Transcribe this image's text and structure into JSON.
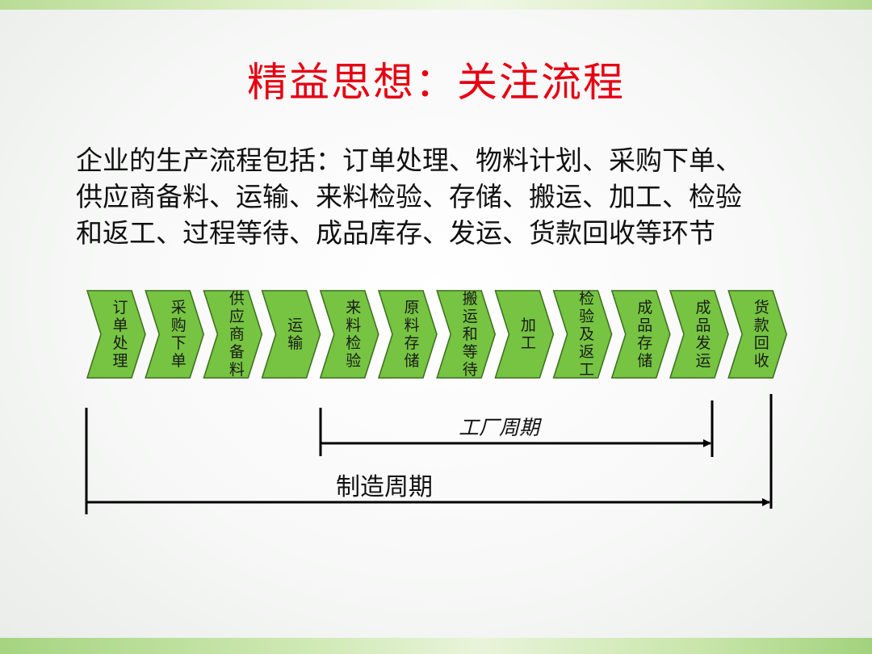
{
  "slide": {
    "title": "精益思想：关注流程",
    "body_lines": [
      "企业的生产流程包括：订单处理、物料计划、采购下单、",
      "供应商备料、运输、来料检验、存储、搬运、加工、检验",
      "和返工、过程等待、成品库存、发运、货款回收等环节"
    ]
  },
  "process_steps": [
    {
      "label": "订单处理"
    },
    {
      "label": "采购下单"
    },
    {
      "label": "供应商备料"
    },
    {
      "label": "运输"
    },
    {
      "label": "来料检验"
    },
    {
      "label": "原料存储"
    },
    {
      "label": "搬运和等待"
    },
    {
      "label": "加工"
    },
    {
      "label": "检验及返工"
    },
    {
      "label": "成品存储"
    },
    {
      "label": "成品发运"
    },
    {
      "label": "货款回收"
    }
  ],
  "cycles": {
    "factory_label": "工厂周期",
    "factory_span_steps": [
      "来料检验",
      "成品发运"
    ],
    "manufacturing_label": "制造周期",
    "manufacturing_span_steps": [
      "订单处理",
      "货款回收"
    ]
  },
  "colors": {
    "title": "#e60012",
    "chevron_fill": "#76c442",
    "chevron_border": "#3c6d1c",
    "text": "#111111"
  }
}
